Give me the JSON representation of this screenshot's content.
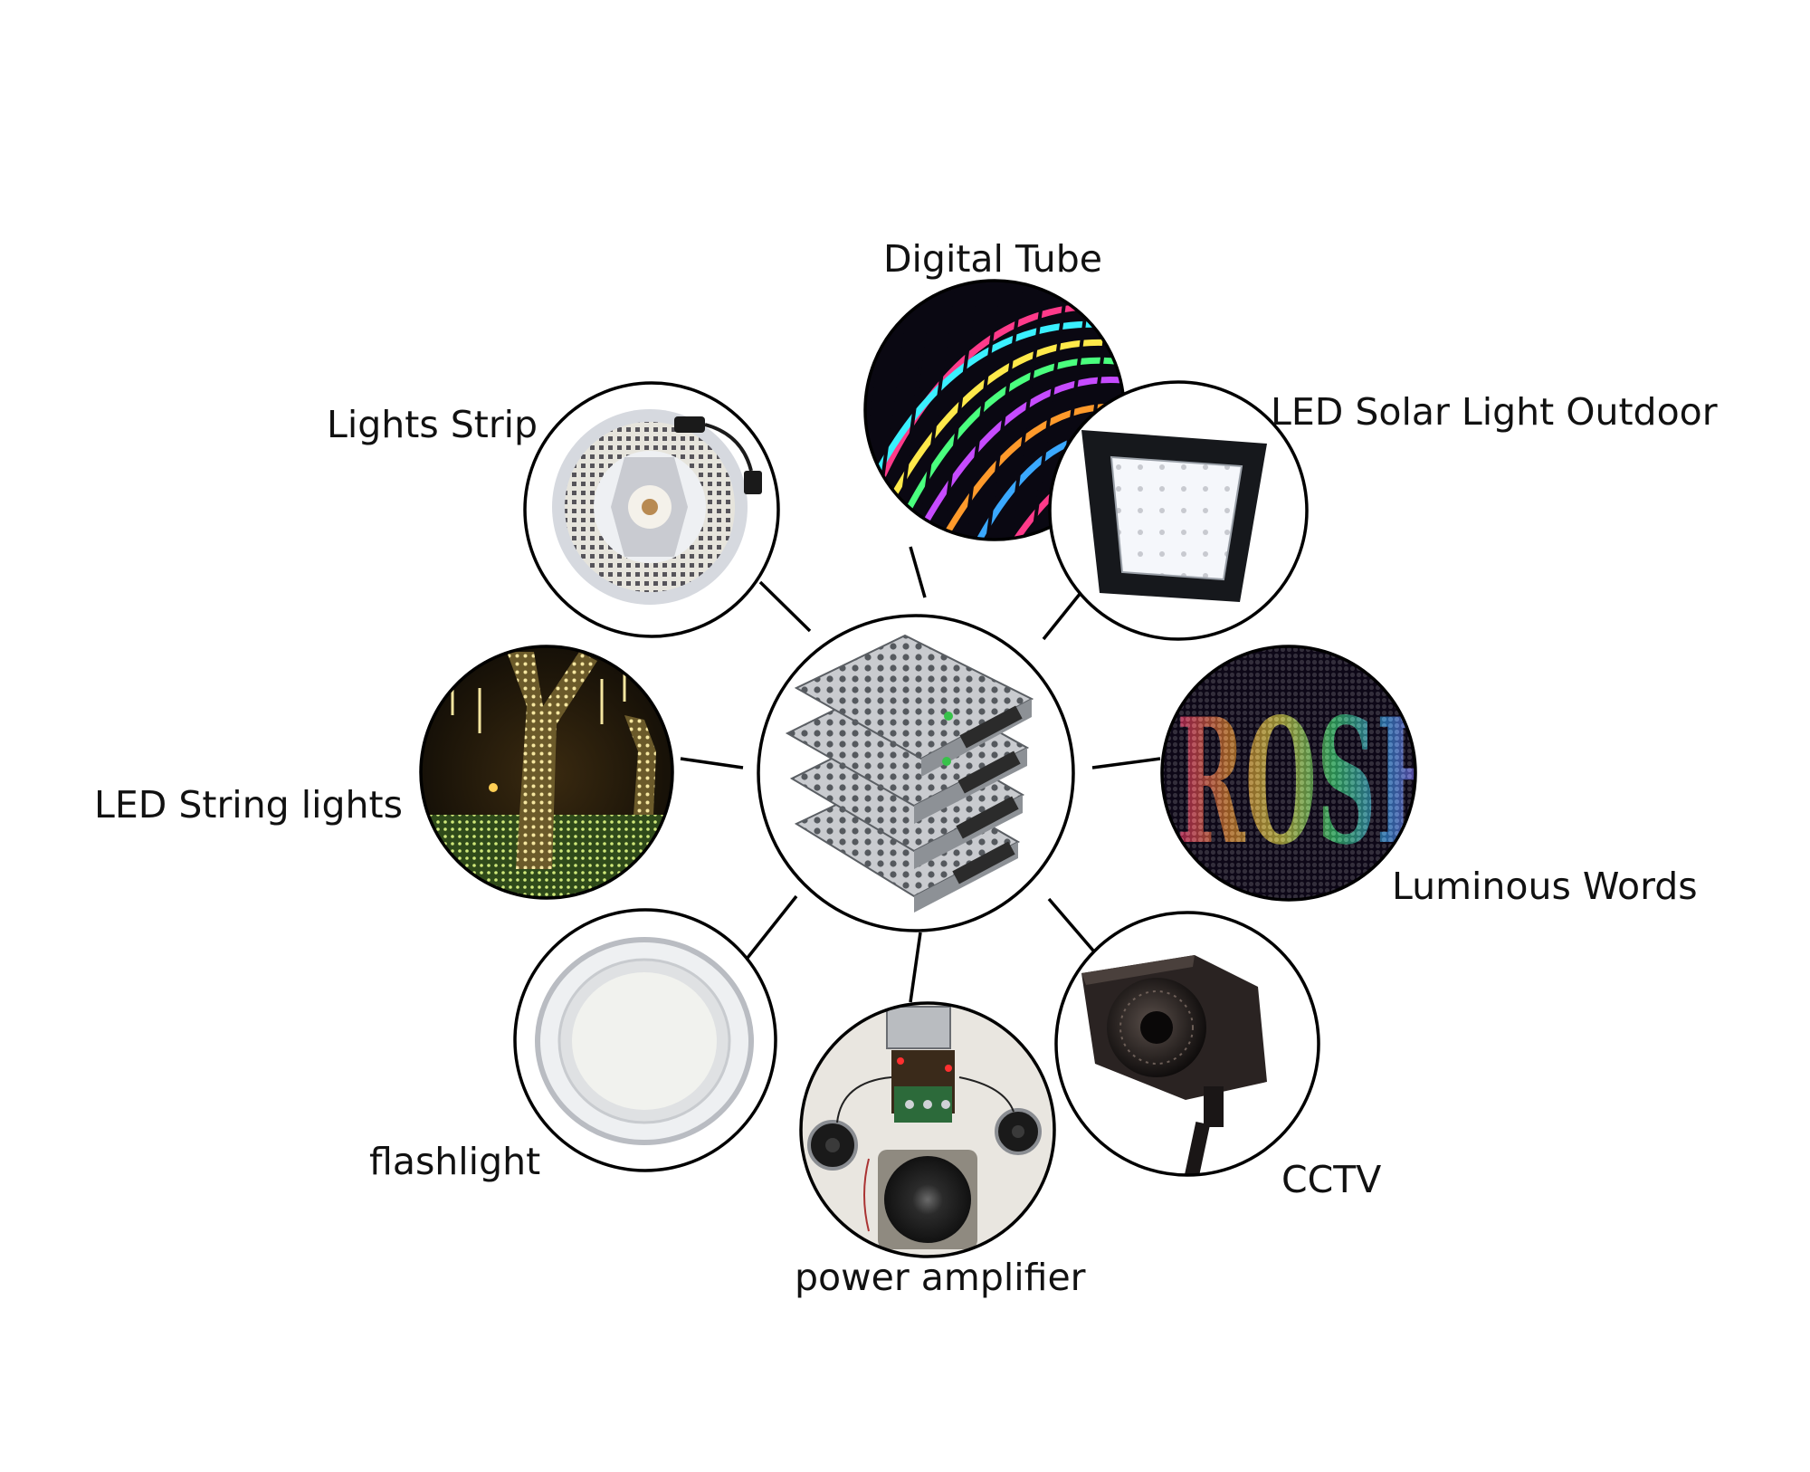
{
  "labels": {
    "digital_tube": "Digital Tube",
    "lights_strip": "Lights Strip",
    "led_solar_light_outdoor": "LED Solar Light Outdoor",
    "led_string_lights": "LED String lights",
    "luminous_words": "Luminous Words",
    "flashlight": "flashlight",
    "power_amplifier": "power amplifier",
    "cctv": "CCTV"
  },
  "sign_text": "ROSE",
  "colors": {
    "outline": "#000000",
    "text": "#111111",
    "background": "#ffffff",
    "psu_metal": "#b9bcc0"
  }
}
